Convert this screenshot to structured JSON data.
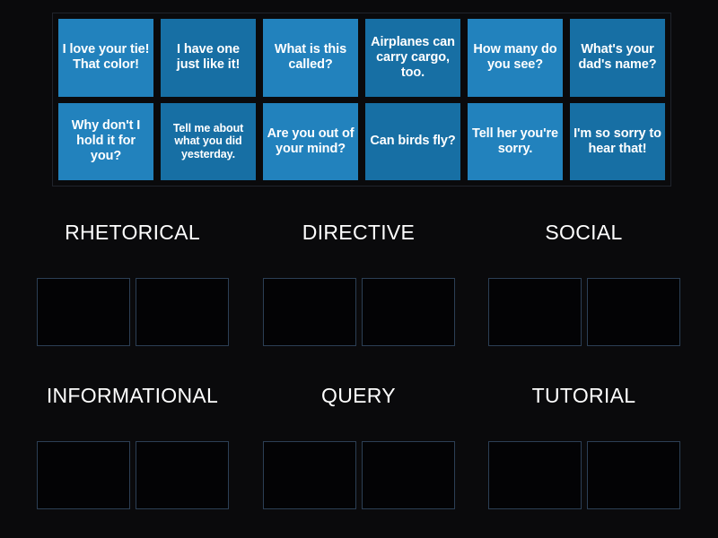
{
  "background_color": "#0a0a0c",
  "tile_bank": {
    "tiles": [
      {
        "text": "I love your tie! That color!",
        "shade": "alt"
      },
      {
        "text": "I have one just like it!",
        "shade": "dark"
      },
      {
        "text": "What is this called?",
        "shade": "alt"
      },
      {
        "text": "Airplanes can carry cargo, too.",
        "shade": "dark"
      },
      {
        "text": "How many do you see?",
        "shade": "alt"
      },
      {
        "text": "What's your dad's name?",
        "shade": "dark"
      },
      {
        "text": "Why don't I hold it for you?",
        "shade": "alt"
      },
      {
        "text": "Tell me about what you did yesterday.",
        "shade": "dark",
        "size": "small"
      },
      {
        "text": "Are you out of your mind?",
        "shade": "alt"
      },
      {
        "text": "Can birds fly?",
        "shade": "dark"
      },
      {
        "text": "Tell her you're sorry.",
        "shade": "alt"
      },
      {
        "text": "I'm so sorry to hear that!",
        "shade": "dark"
      }
    ],
    "tile_colors": {
      "alt": "#2282bd",
      "dark": "#176fa4",
      "base": "#1b7cb5"
    },
    "text_color": "#ffffff",
    "border_color": "#20242c"
  },
  "categories": [
    {
      "label": "RHETORICAL",
      "zone_count": 2
    },
    {
      "label": "DIRECTIVE",
      "zone_count": 2
    },
    {
      "label": "SOCIAL",
      "zone_count": 2
    },
    {
      "label": "INFORMATIONAL",
      "zone_count": 2
    },
    {
      "label": "QUERY",
      "zone_count": 2
    },
    {
      "label": "TUTORIAL",
      "zone_count": 2
    }
  ],
  "dropzone_style": {
    "border_color": "#2c3f55",
    "fill_color": "#030305"
  }
}
